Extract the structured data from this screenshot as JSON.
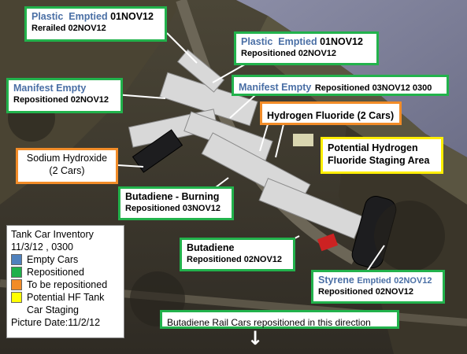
{
  "labels": {
    "plastic_1": {
      "title": "Plastic",
      "title2": "Emptied",
      "date": "01NOV12",
      "line2": "Rerailed 02NOV12"
    },
    "plastic_2": {
      "title": "Plastic",
      "title2": "Emptied",
      "date": "01NOV12",
      "line2": "Repositioned 02NOV12"
    },
    "manifest_1": {
      "title": "Manifest Empty",
      "line2": "Repositioned 02NOV12"
    },
    "manifest_2": {
      "title": "Manifest Empty",
      "line1_rest": "Repositioned 03NOV12 0300"
    },
    "hydrogen_fluoride": {
      "text": "Hydrogen Fluoride (2 Cars)"
    },
    "sodium_hydroxide": {
      "line1": "Sodium Hydroxide",
      "line2": "(2 Cars)"
    },
    "potential_hf": {
      "line1": "Potential Hydrogen",
      "line2": "Fluoride Staging Area"
    },
    "butadiene_burning": {
      "line1": "Butadiene - Burning",
      "line2": "Repositioned 03NOV12"
    },
    "butadiene": {
      "line1": "Butadiene",
      "line2": "Repositioned 02NOV12"
    },
    "styrene": {
      "title": "Styrene",
      "title2": "Emptied",
      "date": "02NOV12",
      "line2": "Repositioned 02NOV12"
    },
    "direction": {
      "text": "Butadiene Rail Cars repositioned in this direction"
    }
  },
  "legend": {
    "title": "Tank Car Inventory",
    "subtitle": "11/3/12 , 0300",
    "items": [
      {
        "label": "Empty Cars",
        "color": "#4f81bd"
      },
      {
        "label": "Repositioned",
        "color": "#1fb04a"
      },
      {
        "label": "To be repositioned",
        "color": "#f28c28"
      },
      {
        "label": "Potential HF Tank Car Staging",
        "color": "#ffff00"
      }
    ],
    "picture_date": "Picture Date:11/2/12"
  },
  "colors": {
    "green_border": "#22b24c",
    "orange_border": "#f28c28",
    "yellow_border": "#ffee00",
    "blue_text": "#4a6fa5"
  },
  "arrow_icon": "down-arrow-icon"
}
